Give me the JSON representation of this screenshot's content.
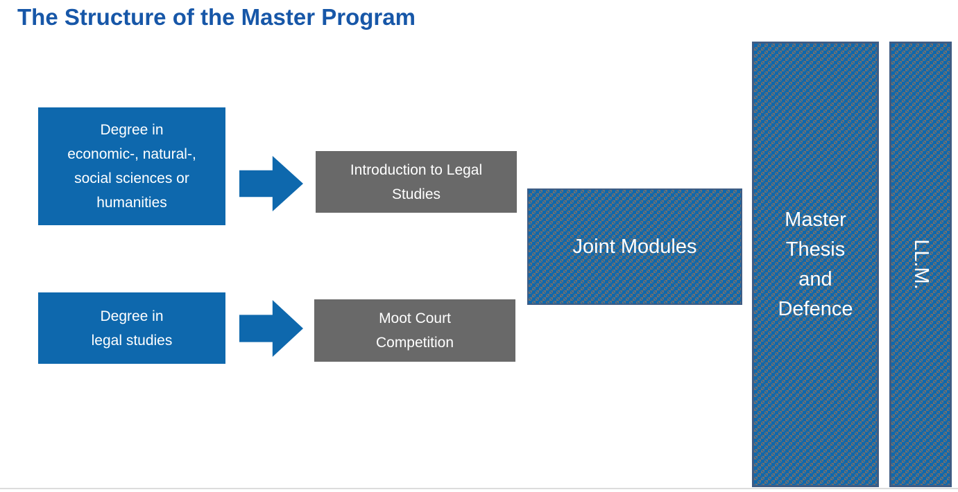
{
  "slide": {
    "title": "The Structure of the Master Program"
  },
  "boxes": {
    "degree_sciences": "Degree in\neconomic-, natural-,\nsocial sciences or\nhumanities",
    "degree_legal": "Degree in\nlegal studies",
    "intro_legal_studies": "Introduction to Legal\nStudies",
    "moot_court": "Moot Court\nCompetition",
    "joint_modules": "Joint Modules",
    "master_thesis": "Master\nThesis\nand\nDefence",
    "llm": "LL.M."
  },
  "colors": {
    "title_blue": "#1757A8",
    "box_blue": "#0E68AD",
    "box_gray": "#696969",
    "pattern_gray": "#707070",
    "pattern_border": "#3E5C84",
    "bottom_line": "#DCDCDC"
  }
}
